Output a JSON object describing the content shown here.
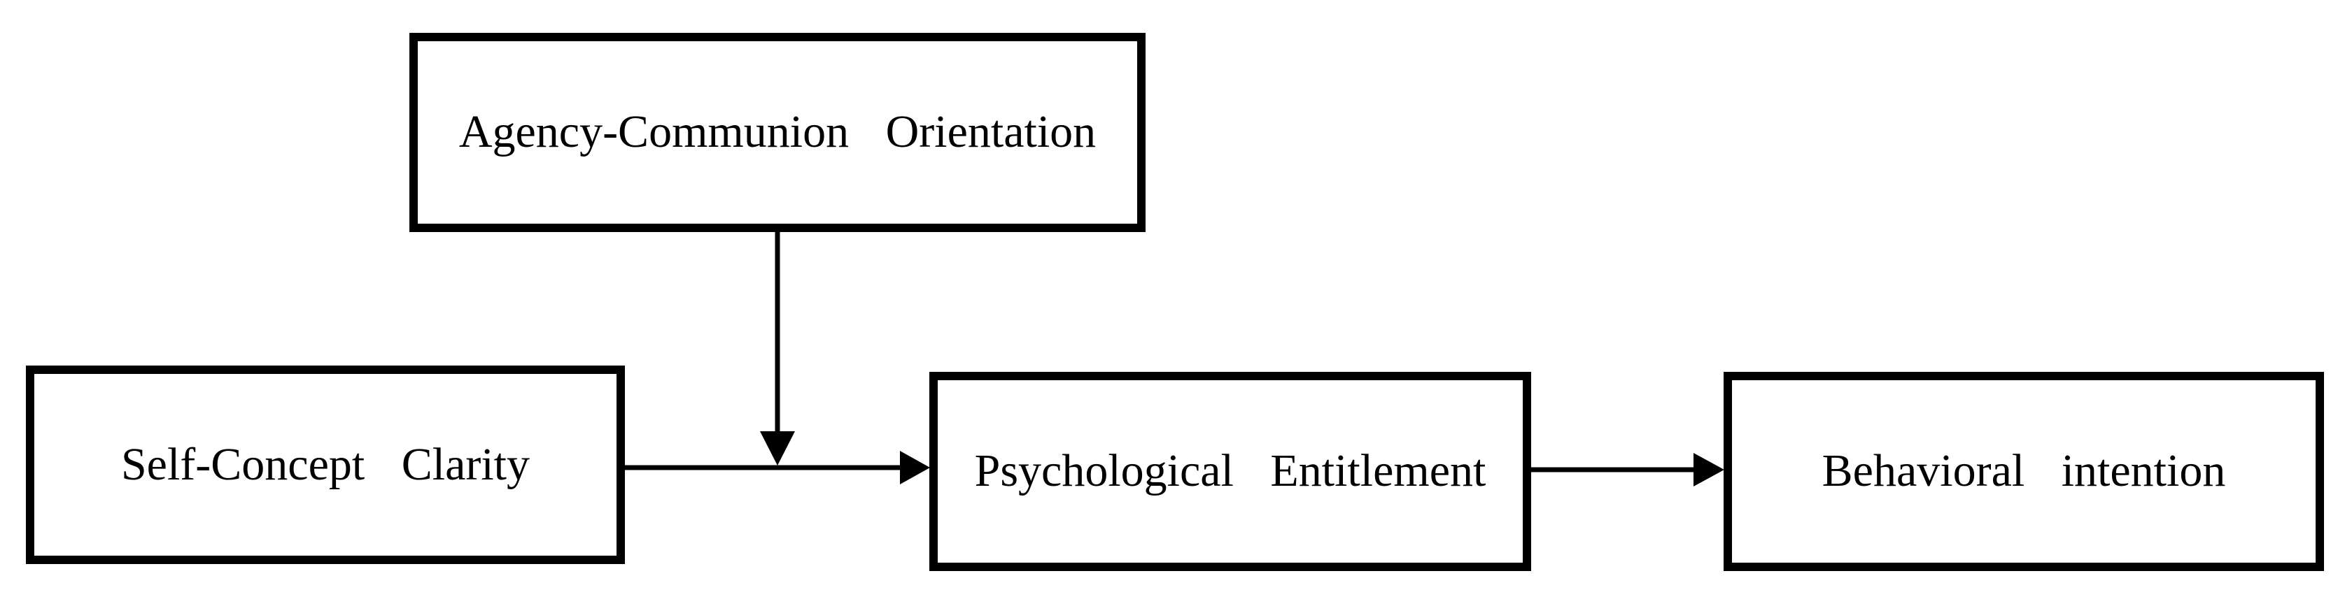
{
  "diagram": {
    "background_color": "#ffffff",
    "line_color": "#000000",
    "box_fill": "#ffffff",
    "nodes": {
      "agency_communion": {
        "label": "Agency-Communion Orientation"
      },
      "self_concept": {
        "label": "Self-Concept Clarity"
      },
      "psych_entitlement": {
        "label": "Psychological Entitlement"
      },
      "behavioral_intention": {
        "label": "Behavioral intention"
      }
    },
    "edges": [
      {
        "id": "scc-to-pe",
        "from": "self_concept",
        "to": "psych_entitlement",
        "shape": "horizontal-arrow"
      },
      {
        "id": "aco-to-scc-pe-path",
        "from": "agency_communion",
        "to": "edge:scc-to-pe",
        "shape": "vertical-arrow-onto-path"
      },
      {
        "id": "pe-to-bi",
        "from": "psych_entitlement",
        "to": "behavioral_intention",
        "shape": "horizontal-arrow"
      }
    ]
  }
}
